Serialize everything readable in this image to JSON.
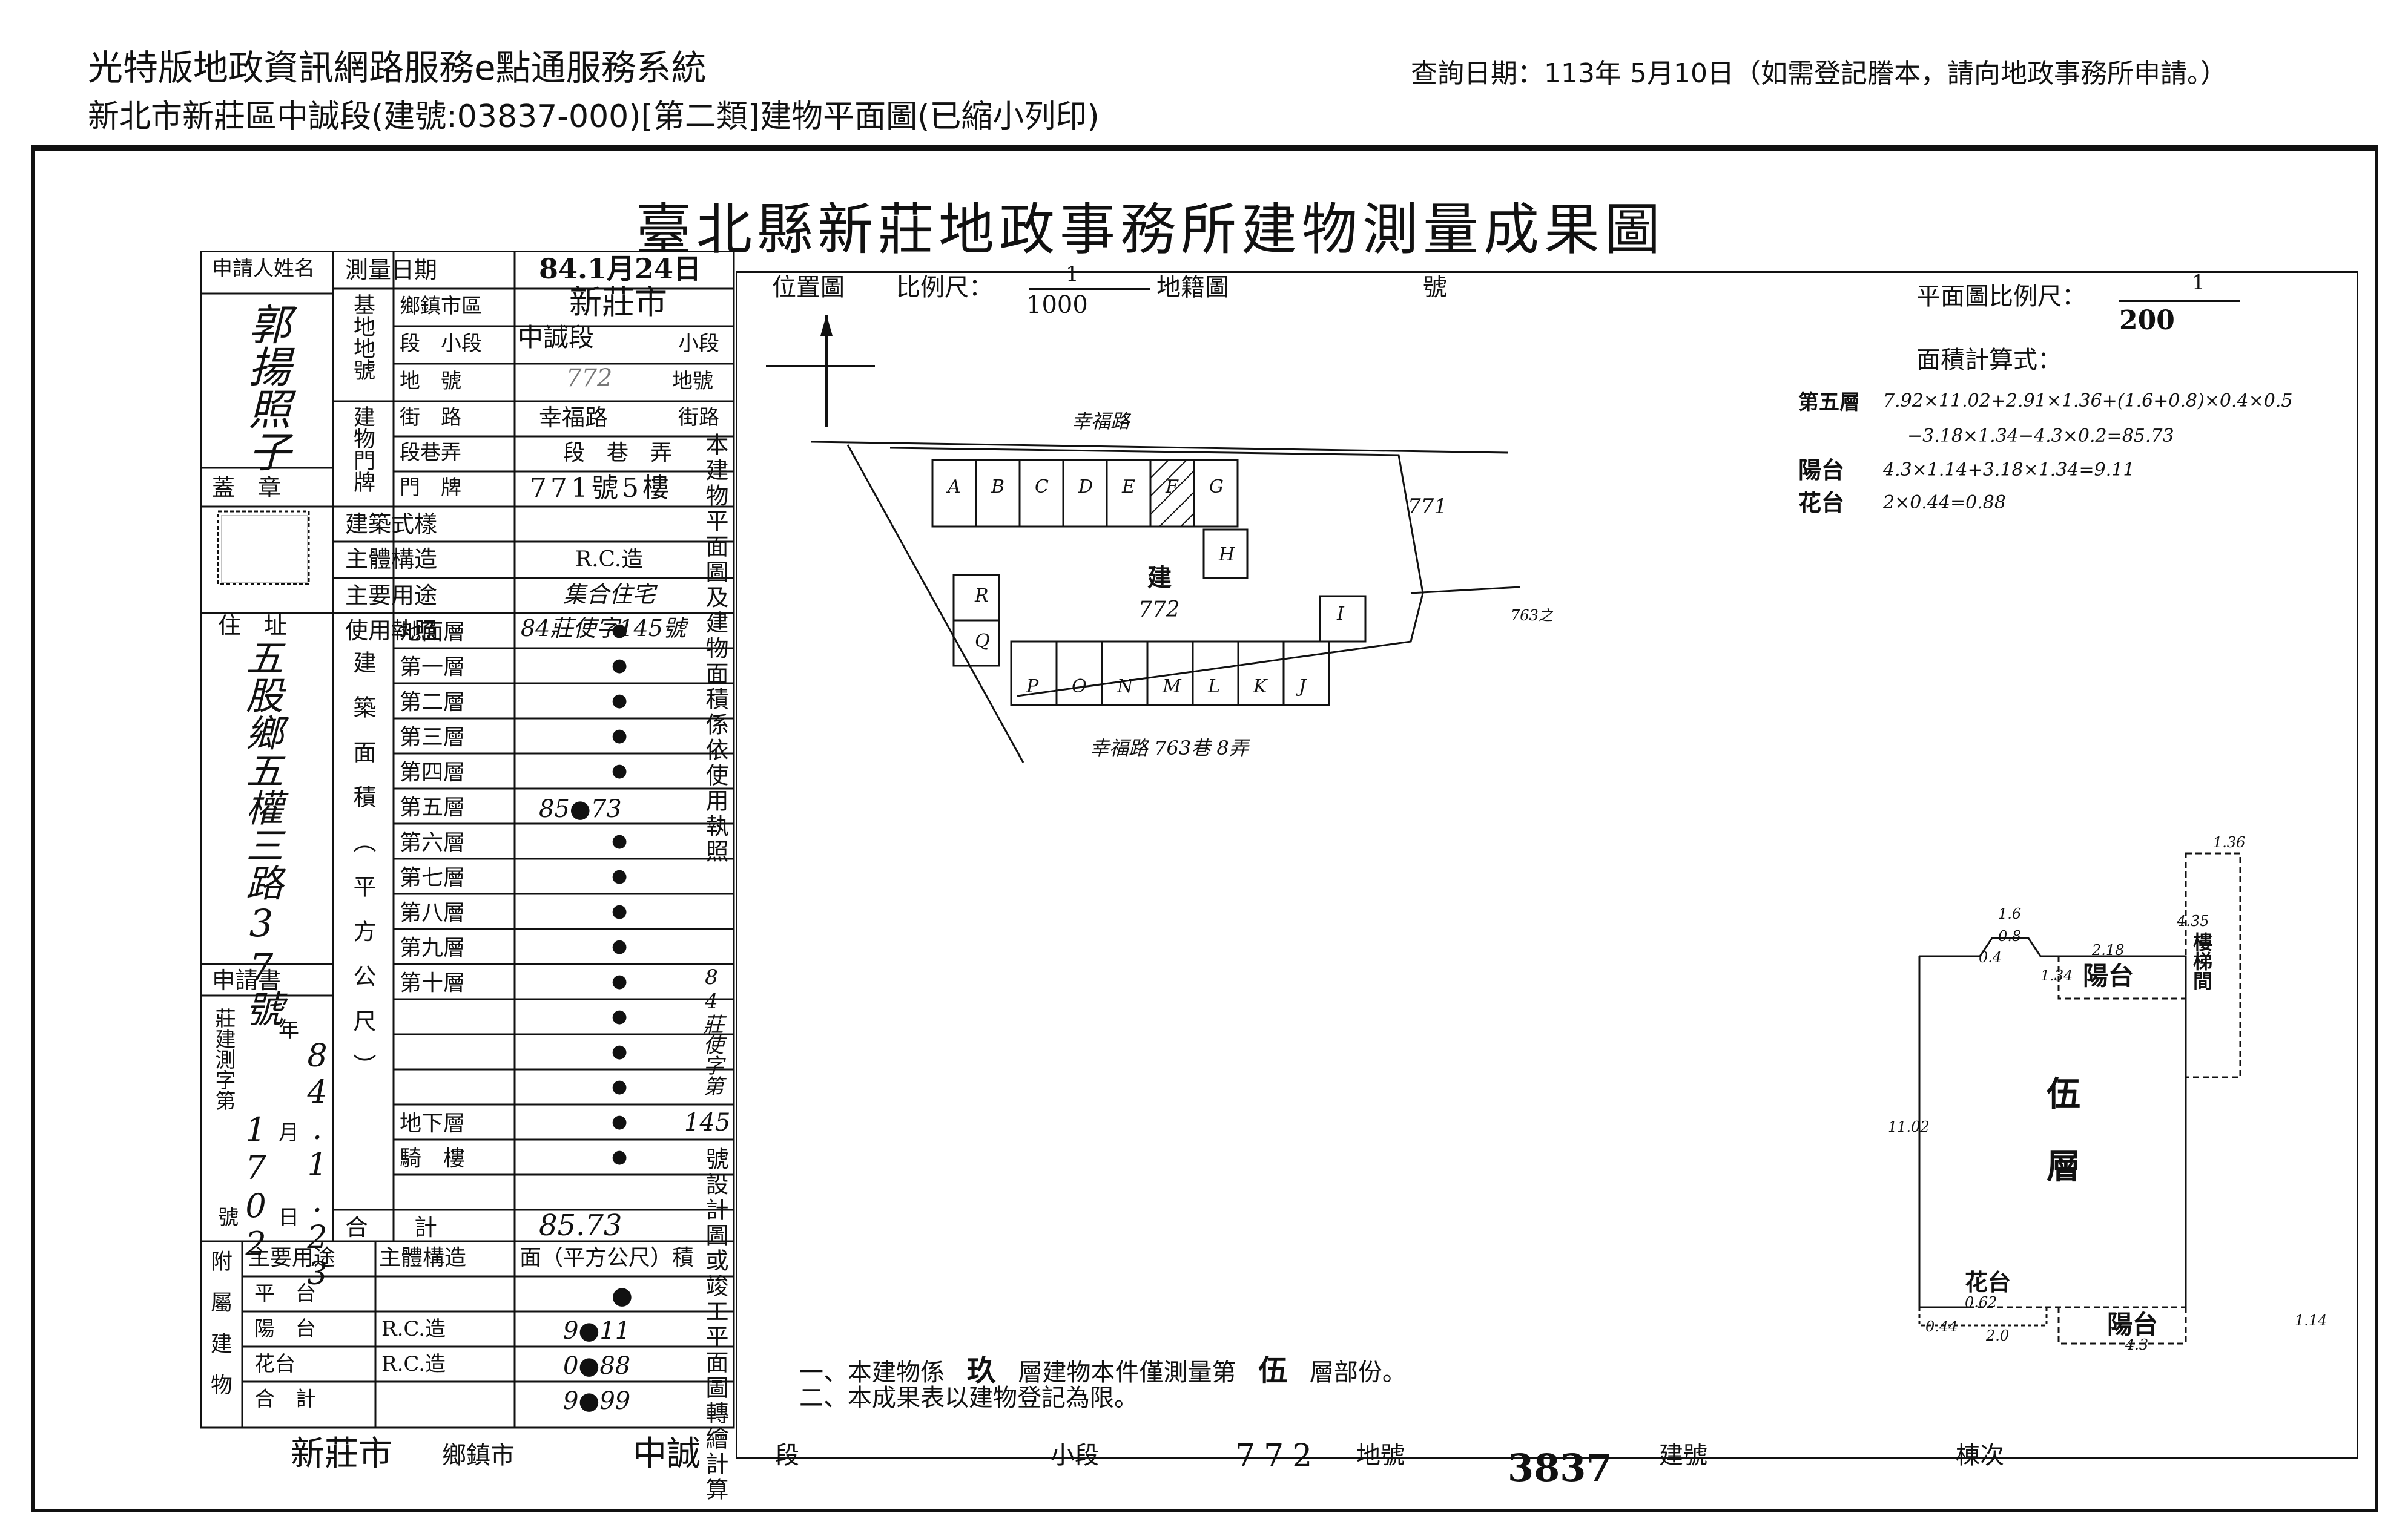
{
  "header": {
    "system_title": "光特版地政資訊網路服務e點通服務系統",
    "subtitle": "新北市新莊區中誠段(建號:03837-000)[第二類]建物平面圖(已縮小列印)",
    "query_date": "查詢日期：113年 5月10日（如需登記謄本，請向地政事務所申請。）"
  },
  "document": {
    "title": "臺北縣新莊地政事務所建物測量成果圖"
  },
  "form": {
    "applicant_label": "申請人姓名",
    "applicant_name": "郭揚照子",
    "seal_label": "蓋　章",
    "address_label": "住　址",
    "address_value": "五股鄉五權三路37號",
    "application_label": "申請書",
    "application_no_label": "莊建測字第",
    "application_no": "1702",
    "application_no_suffix": "號",
    "year_label": "年",
    "month_label": "月",
    "day_label": "日",
    "application_date": "84.1.23",
    "survey_date_label": "測量日期",
    "survey_date": "84.1月24日",
    "base_label": "基地地號",
    "district_label": "鄉鎮市區",
    "district_value": "新莊市",
    "section_label": "段　小段",
    "section_value": "中誠段",
    "subsection_label": "小段",
    "lot_label": "地　號",
    "lot_value": "772",
    "lot_suffix": "地號",
    "doorplate_label": "建物門牌",
    "street_label": "街　路",
    "street_value": "幸福路",
    "street_suffix": "街路",
    "lane_label": "段巷弄",
    "lane_value": "段　巷　弄",
    "number_label": "門　牌",
    "number_value": "771號5樓",
    "style_label": "建築式樣",
    "structure_label": "主體構造",
    "structure_value": "R.C.造",
    "usage_label": "主要用途",
    "usage_value": "集合住宅",
    "permit_label": "使用執照",
    "permit_value": "84莊使字145號",
    "area_label": "建築面積（平方公尺）",
    "floors": [
      {
        "name": "地面層",
        "value": "●"
      },
      {
        "name": "第一層",
        "value": "●"
      },
      {
        "name": "第二層",
        "value": "●"
      },
      {
        "name": "第三層",
        "value": "●"
      },
      {
        "name": "第四層",
        "value": "●"
      },
      {
        "name": "第五層",
        "value": "85●73"
      },
      {
        "name": "第六層",
        "value": "●"
      },
      {
        "name": "第七層",
        "value": "●"
      },
      {
        "name": "第八層",
        "value": "●"
      },
      {
        "name": "第九層",
        "value": "●"
      },
      {
        "name": "第十層",
        "value": "●"
      },
      {
        "name": "",
        "value": "●"
      },
      {
        "name": "",
        "value": "●"
      },
      {
        "name": "",
        "value": "●"
      },
      {
        "name": "地下層",
        "value": "●"
      },
      {
        "name": "騎　樓",
        "value": "●"
      }
    ],
    "total_label": "合　　計",
    "total_value": "85.73",
    "attached_label": "附屬建物",
    "attached_headers": [
      "主要用途",
      "主體構造",
      "面（平方公尺）積"
    ],
    "attached_rows": [
      {
        "use": "平　台",
        "structure": "",
        "area": "●"
      },
      {
        "use": "陽　台",
        "structure": "R.C.造",
        "area": "9●11"
      },
      {
        "use": "花台",
        "structure": "R.C.造",
        "area": "0●88"
      },
      {
        "use": "合　計",
        "structure": "",
        "area": "9●99"
      }
    ],
    "vertical_note_1": "本建物平面圖及建物面積係依使用執照",
    "vertical_note_permit": "84莊使字第",
    "vertical_note_no": "145",
    "vertical_note_2": "號設計圖或竣工平面圖轉繪計算"
  },
  "location_map": {
    "label": "位置圖",
    "scale_label": "比例尺：",
    "scale_num": "1",
    "scale_den": "1000",
    "cadastral_label": "地籍圖",
    "number_label": "號",
    "road_top": "幸福路",
    "road_bottom": "幸福路 763巷 8弄",
    "lot_center": "772",
    "lot_marker": "建",
    "lot_right": "771",
    "lot_far": "763之",
    "units_top": [
      "A",
      "B",
      "C",
      "D",
      "E",
      "F",
      "G"
    ],
    "unit_h": "H",
    "units_left": [
      "R",
      "Q"
    ],
    "units_bottom": [
      "P",
      "O",
      "N",
      "M",
      "L",
      "K",
      "J"
    ],
    "unit_i": "I"
  },
  "floor_plan": {
    "scale_label": "平面圖比例尺：",
    "scale_num": "1",
    "scale_den": "200",
    "calc_label": "面積計算式：",
    "calc_floor_label": "第五層",
    "calc_floor_1": "7.92×11.02+2.91×1.36+(1.6+0.8)×0.4×0.5",
    "calc_floor_2": "−3.18×1.34−4.3×0.2=85.73",
    "calc_balcony_label": "陽台",
    "calc_balcony": "4.3×1.14+3.18×1.34=9.11",
    "calc_planter_label": "花台",
    "calc_planter": "2×0.44=0.88",
    "floor_name_1": "伍",
    "floor_name_2": "層",
    "balcony_top": "陽台",
    "balcony_bottom": "陽台",
    "stair_label": "樓梯間",
    "planter_label": "花台",
    "dims": {
      "d_136": "1.36",
      "d_16": "1.6",
      "d_08": "0.8",
      "d_04": "0.4",
      "d_218": "2.18",
      "d_435": "4.35",
      "d_134": "1.34",
      "d_1102": "11.02",
      "d_062": "0.62",
      "d_20": "2.0",
      "d_43": "4.3",
      "d_114": "1.14",
      "d_044": "0.44"
    }
  },
  "notes": {
    "note1_prefix": "一、本建物係",
    "note1_floors": "玖",
    "note1_mid": "層建物本件僅測量第",
    "note1_floor": "伍",
    "note1_suffix": "層部份。",
    "note2": "二、本成果表以建物登記為限。"
  },
  "footer": {
    "city": "新莊市",
    "city_label": "鄉鎮市",
    "section": "中誠",
    "section_label": "段",
    "subsection_label": "小段",
    "lot": "772",
    "lot_label": "地號",
    "building_no": "3837",
    "building_label": "建號",
    "unit_label": "棟次"
  }
}
